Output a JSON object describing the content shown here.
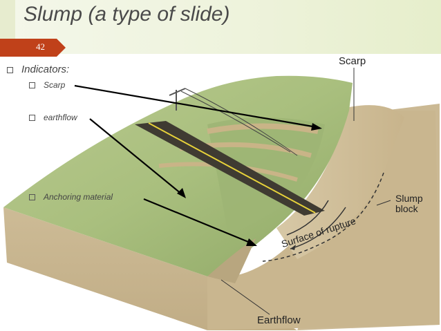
{
  "slide": {
    "title": "Slump (a type of slide)",
    "number": "42"
  },
  "bullets": {
    "heading": "Indicators:",
    "items": [
      {
        "label": "Scarp"
      },
      {
        "label": "earthflow"
      },
      {
        "label": "Anchoring material"
      }
    ]
  },
  "diagram": {
    "labels": {
      "scarp": "Scarp",
      "slump_block_line1": "Slump",
      "slump_block_line2": "block",
      "surface_of_rupture": "Surface of rupture",
      "earthflow": "Earthflow"
    }
  }
}
